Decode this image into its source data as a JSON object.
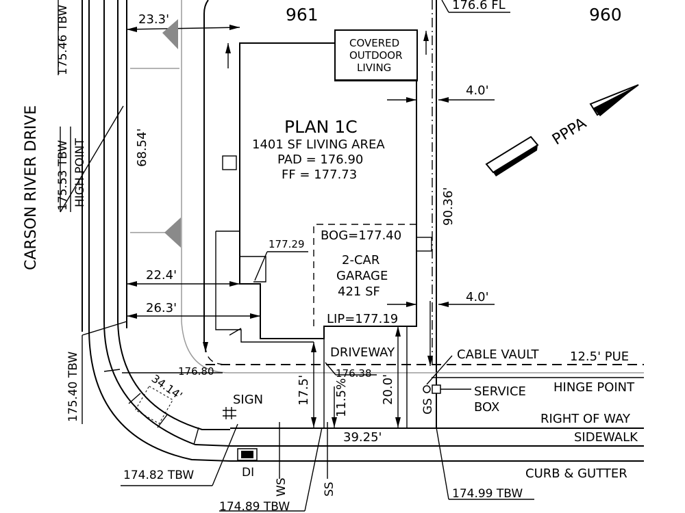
{
  "lots": {
    "left": "961",
    "right": "960"
  },
  "street": {
    "name": "CARSON RIVER DRIVE"
  },
  "house": {
    "plan": "PLAN 1C",
    "living_area": "1401 SF LIVING AREA",
    "pad": "PAD = 176.90",
    "ff": "FF = 177.73",
    "covered_outdoor": [
      "COVERED",
      "OUTDOOR",
      "LIVING"
    ]
  },
  "garage": {
    "bog": "BOG=177.40",
    "lines": [
      "2-CAR",
      "GARAGE",
      "421 SF"
    ],
    "lip": "LIP=177.19"
  },
  "dimensions": {
    "front_top": "23.3'",
    "side_depth": "68.54'",
    "front_mid": "22.4'",
    "front_low": "26.3'",
    "right_top": "4.0'",
    "right_low": "4.0'",
    "right_depth": "90.36'",
    "fl_top": "176.6 FL",
    "driveway_depth": "17.5'",
    "slope": "11.5%",
    "drive_width": "20.0'",
    "frontage": "39.25'",
    "curve": "34.14'"
  },
  "elevations": {
    "tbw_top": "175.46 TBW",
    "tbw_high": "175.53 TBW",
    "high_point": "HIGH POINT",
    "tbw_corner": "175.40 TBW",
    "e17729": "177.29",
    "e17680": "176.80",
    "e17638": "176.38",
    "e17482": "174.82 TBW",
    "e17489": "174.89 TBW",
    "e17499": "174.99 TBW"
  },
  "labels": {
    "driveway": "DRIVEWAY",
    "cable_vault": "CABLE VAULT",
    "pue": "12.5' PUE",
    "hinge_point": "HINGE POINT",
    "service_box": [
      "SERVICE",
      "BOX"
    ],
    "right_of_way": "RIGHT OF WAY",
    "sidewalk": "SIDEWALK",
    "curb_gutter": "CURB & GUTTER",
    "sign": "SIGN",
    "di": "DI",
    "ws": "WS",
    "ss": "SS",
    "gs": "GS"
  },
  "north_arrow": {
    "glyph": "PPPA"
  }
}
